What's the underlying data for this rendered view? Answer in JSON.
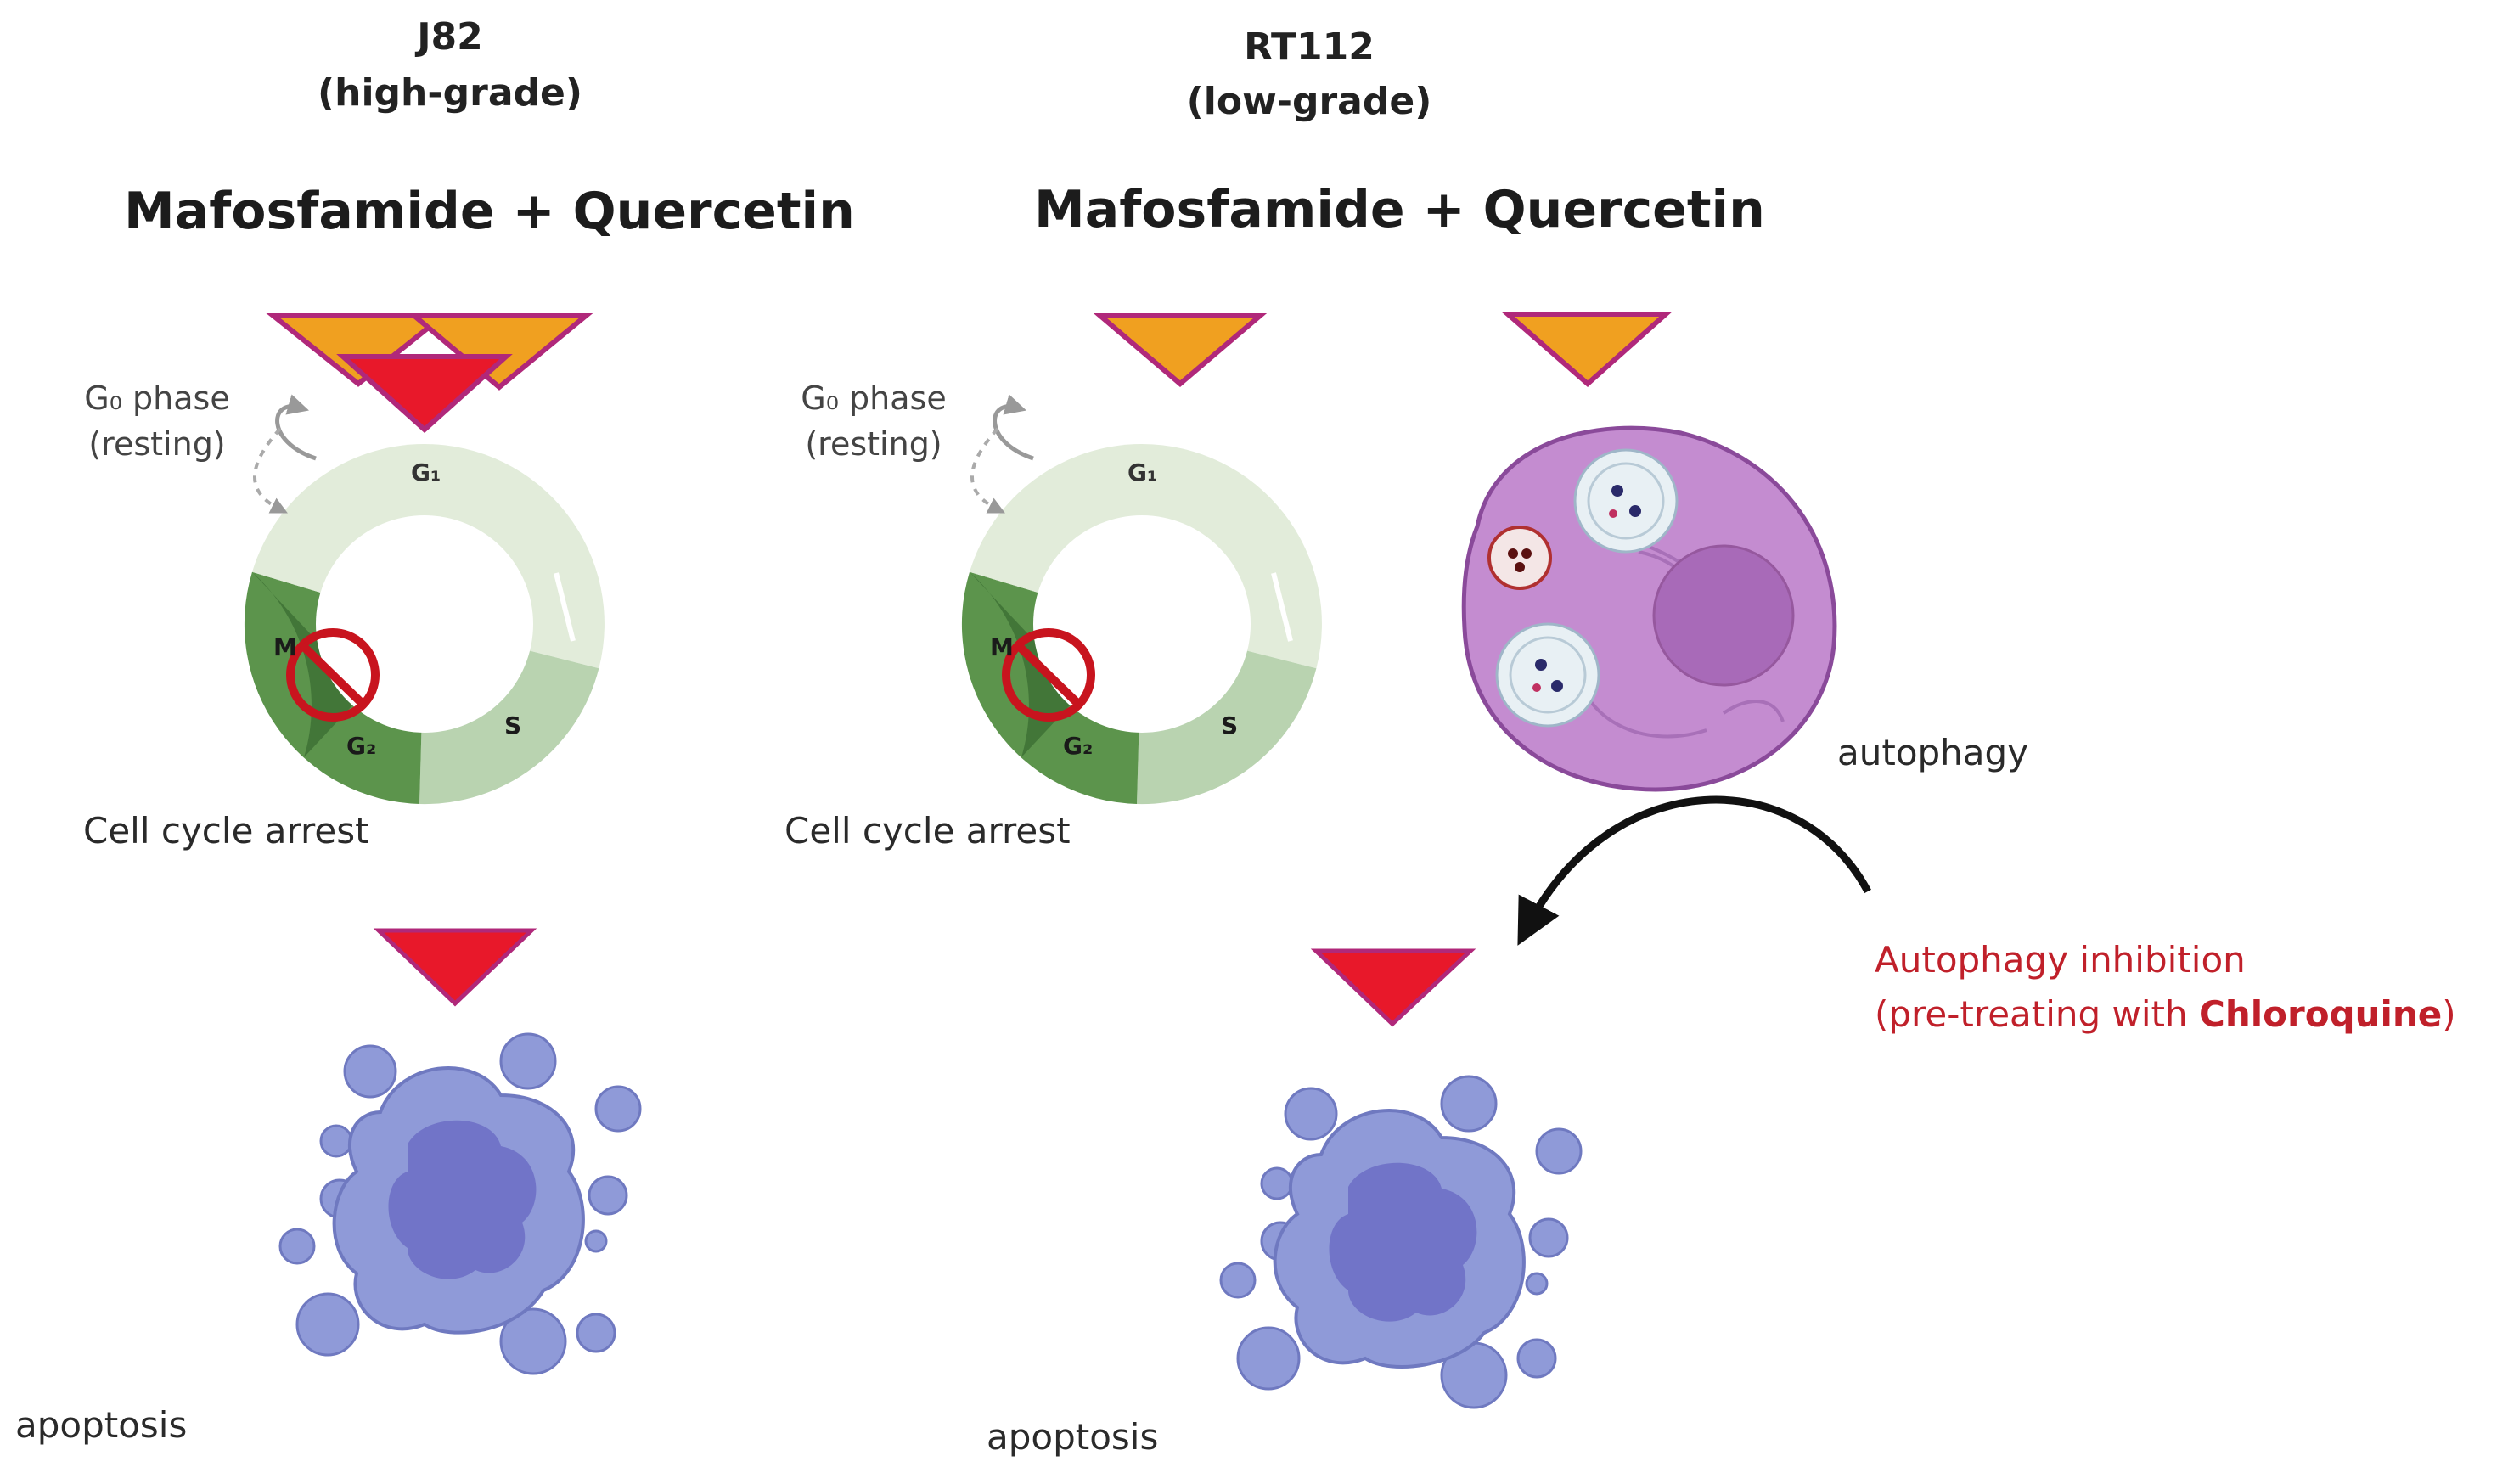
{
  "left": {
    "cell_line": "J82",
    "grade": "(high-grade)",
    "treatment": "Mafosfamide + Quercetin",
    "g0_phase": "G₀ phase",
    "g0_resting": "(resting)",
    "phase_g1": "G₁",
    "phase_m": "M",
    "phase_g2": "G₂",
    "phase_s": "S",
    "outcome_1": "Cell cycle arrest",
    "outcome_2": "apoptosis"
  },
  "right": {
    "cell_line": "RT112",
    "grade": "(low-grade)",
    "treatment": "Mafosfamide + Quercetin",
    "g0_phase": "G₀ phase",
    "g0_resting": "(resting)",
    "phase_g1": "G₁",
    "phase_m": "M",
    "phase_g2": "G₂",
    "phase_s": "S",
    "outcome_1": "Cell cycle arrest",
    "autophagy": "autophagy",
    "inhibition_line1": "Autophagy inhibition",
    "inhibition_line2_prefix": "(pre-treating with ",
    "inhibition_drug": "Chloroquine",
    "inhibition_line2_suffix": ")",
    "outcome_2": "apoptosis"
  },
  "colors": {
    "orange_marker": "#f0a020",
    "red_marker": "#e8182a",
    "marker_outline": "#b0287a",
    "g1_color": "#e2ecda",
    "s_color": "#b9d3b0",
    "g2_color": "#5c944c",
    "m_color": "#3f7236",
    "no_sign": "#c8141e",
    "apoptotic_cell": "#8f9ad8",
    "apoptotic_nucleus": "#7174c8",
    "autophagy_cell": "#c48cd0",
    "inhibition_text": "#c0202a"
  },
  "icons": [
    "cell-cycle-ring-icon",
    "no-entry-icon",
    "apoptotic-cell-icon",
    "autophagic-cell-icon",
    "drug-triangle-icon",
    "curved-arrow-icon"
  ]
}
